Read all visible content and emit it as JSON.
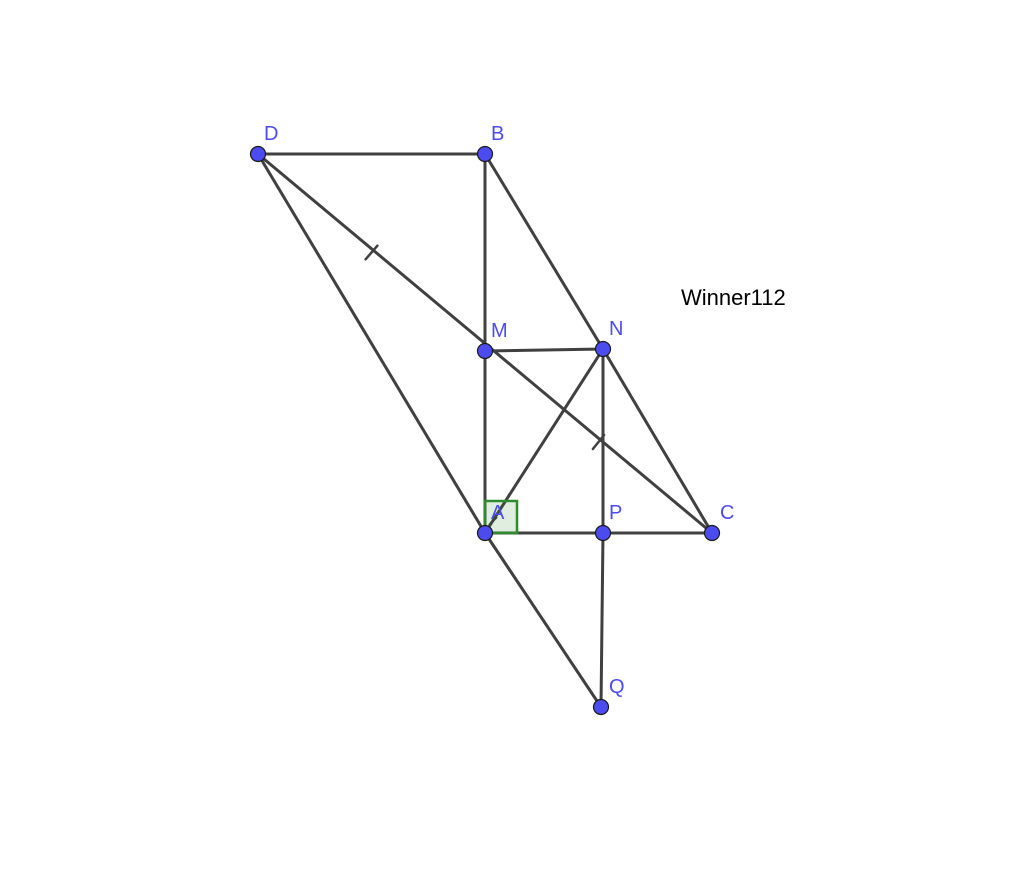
{
  "points": [
    {
      "name": "D",
      "label": "D"
    },
    {
      "name": "B",
      "label": "B"
    },
    {
      "name": "M",
      "label": "M"
    },
    {
      "name": "N",
      "label": "N"
    },
    {
      "name": "A",
      "label": "A"
    },
    {
      "name": "P",
      "label": "P"
    },
    {
      "name": "C",
      "label": "C"
    },
    {
      "name": "Q",
      "label": "Q"
    }
  ],
  "segments": [
    [
      "D",
      "B"
    ],
    [
      "D",
      "A"
    ],
    [
      "D",
      "C"
    ],
    [
      "B",
      "M"
    ],
    [
      "M",
      "A"
    ],
    [
      "B",
      "N"
    ],
    [
      "N",
      "C"
    ],
    [
      "M",
      "N"
    ],
    [
      "A",
      "N"
    ],
    [
      "N",
      "P"
    ],
    [
      "P",
      "Q"
    ],
    [
      "A",
      "P"
    ],
    [
      "P",
      "C"
    ],
    [
      "A",
      "Q"
    ]
  ],
  "equal_marks": [
    [
      "D",
      "M"
    ],
    [
      "M",
      "C"
    ]
  ],
  "right_angle_at": "A",
  "credit_text": "Winner112",
  "colors": {
    "point_fill": "#4b4bf0",
    "label": "#4b4bf0",
    "segment": "#404040",
    "right_angle": "#2e8b2e"
  }
}
